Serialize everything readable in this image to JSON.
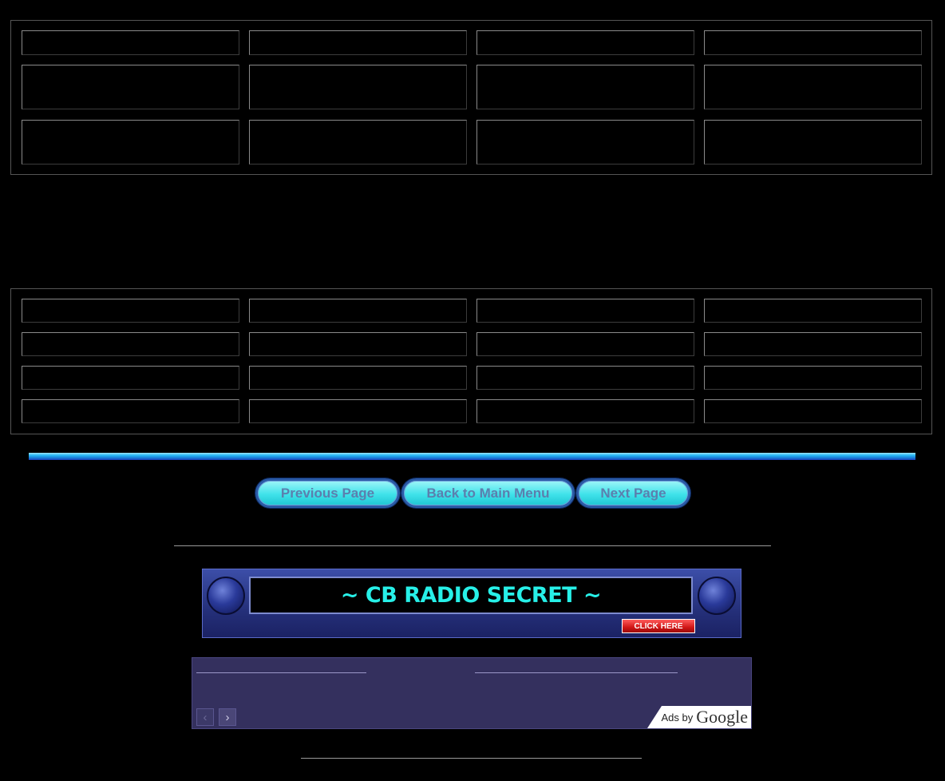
{
  "nav": {
    "prev_label": "Previous Page",
    "main_label": "Back to Main Menu",
    "next_label": "Next Page"
  },
  "banner": {
    "title": "~ CB RADIO SECRET ~",
    "cta": "CLICK HERE"
  },
  "ads": {
    "prefix": "Ads by",
    "brand": "Google",
    "prev_arrow": "‹",
    "next_arrow": "›"
  },
  "colors": {
    "background": "#000000",
    "button_fill": "#3fe2ea",
    "button_text": "#5b7fae",
    "banner_text": "#27f0e8",
    "ad_background": "#34305e"
  }
}
